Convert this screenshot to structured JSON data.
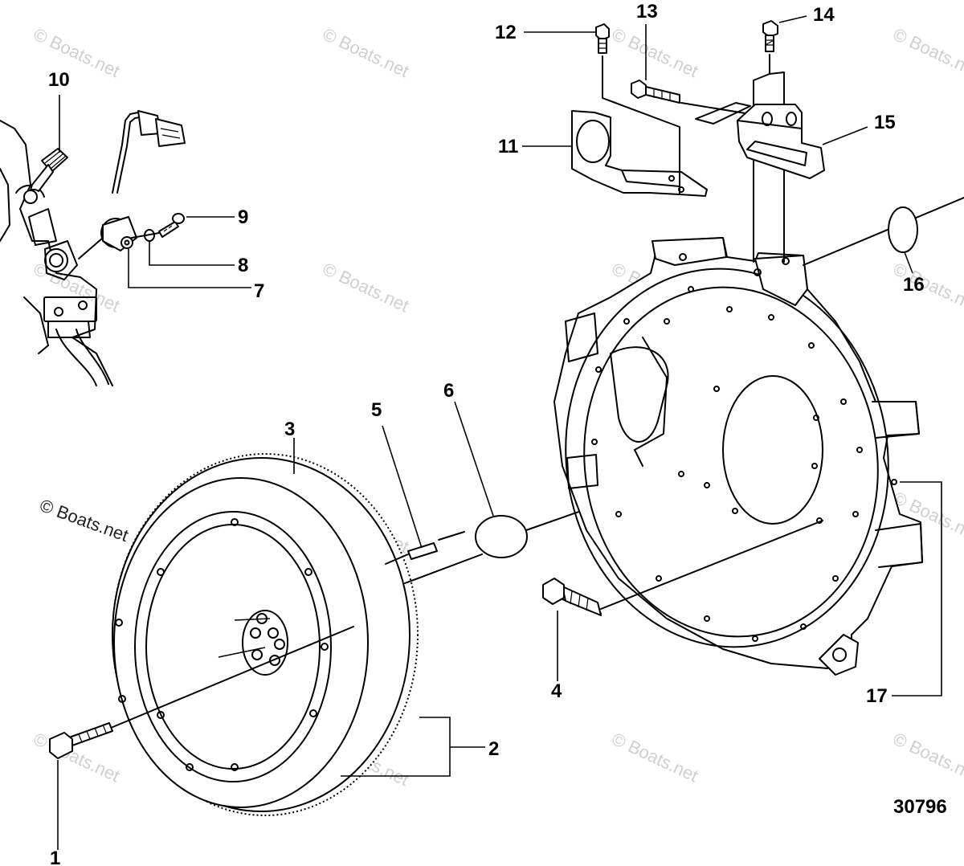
{
  "watermark": "© Boats.net",
  "figure_number": "30796",
  "callouts": [
    {
      "id": "1",
      "label": "1"
    },
    {
      "id": "2",
      "label": "2"
    },
    {
      "id": "3",
      "label": "3"
    },
    {
      "id": "4",
      "label": "4"
    },
    {
      "id": "5",
      "label": "5"
    },
    {
      "id": "6",
      "label": "6"
    },
    {
      "id": "7",
      "label": "7"
    },
    {
      "id": "8",
      "label": "8"
    },
    {
      "id": "9",
      "label": "9"
    },
    {
      "id": "10",
      "label": "10"
    },
    {
      "id": "11",
      "label": "11"
    },
    {
      "id": "12",
      "label": "12"
    },
    {
      "id": "13",
      "label": "13"
    },
    {
      "id": "14",
      "label": "14"
    },
    {
      "id": "15",
      "label": "15"
    },
    {
      "id": "16",
      "label": "16"
    },
    {
      "id": "17",
      "label": "17"
    }
  ]
}
